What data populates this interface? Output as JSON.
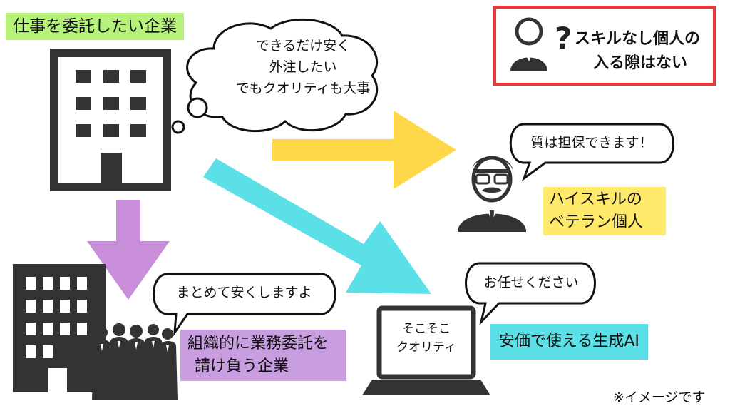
{
  "client": {
    "label": "仕事を委託したい企業",
    "thought_lines": [
      "できるだけ安く",
      "外注したい",
      "でもクオリティも大事"
    ]
  },
  "callout": {
    "lines": [
      "スキルなし個人の",
      "入る隙はない"
    ]
  },
  "veteran": {
    "speech": "質は担保できます！",
    "label_lines": [
      "ハイスキルの",
      "ベテラン個人"
    ]
  },
  "company": {
    "speech": "まとめて安くしますよ",
    "label_lines": [
      "組織的に業務委託を",
      "請け負う企業"
    ]
  },
  "ai": {
    "speech": "お任せください",
    "screen_lines": [
      "そこそこ",
      "クオリティ"
    ],
    "label": "安価で使える生成AI"
  },
  "footnote": "※イメージです",
  "colors": {
    "client_label_bg": "#b6f27a",
    "veteran_label_bg": "#ffe96a",
    "company_label_bg": "#c99ee0",
    "ai_label_bg": "#5ae0e6",
    "arrow_yellow": "#ffd84a",
    "arrow_purple": "#c98ed9",
    "arrow_cyan": "#5ae0e6",
    "callout_border": "#e8383a",
    "dark": "#333333"
  }
}
